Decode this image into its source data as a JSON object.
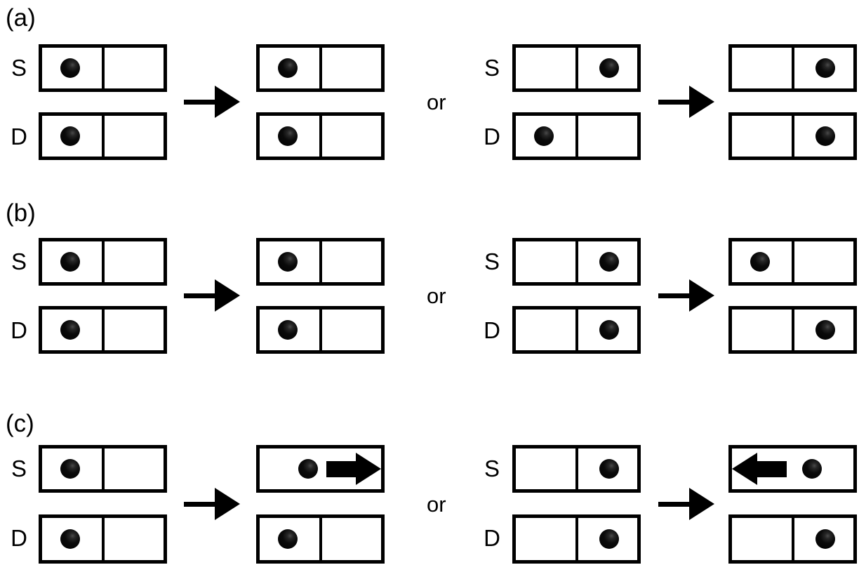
{
  "figure": {
    "background_color": "#ffffff",
    "ink_color": "#000000",
    "panels": [
      {
        "label": "(a)",
        "or_label": "or",
        "alternatives": [
          {
            "before": {
              "rows": [
                {
                  "label": "S",
                  "dot_cell": "left"
                },
                {
                  "label": "D",
                  "dot_cell": "left"
                }
              ]
            },
            "arrow": "right-arrow",
            "after": {
              "rows": [
                {
                  "label": "S",
                  "dot_cell": "left",
                  "divider": true,
                  "block_arrow": "none"
                },
                {
                  "label": "D",
                  "dot_cell": "left",
                  "divider": true,
                  "block_arrow": "none"
                }
              ]
            }
          },
          {
            "before": {
              "rows": [
                {
                  "label": "S",
                  "dot_cell": "right"
                },
                {
                  "label": "D",
                  "dot_cell": "left"
                }
              ]
            },
            "arrow": "right-arrow",
            "after": {
              "rows": [
                {
                  "label": "S",
                  "dot_cell": "right",
                  "divider": true,
                  "block_arrow": "none"
                },
                {
                  "label": "D",
                  "dot_cell": "right",
                  "divider": true,
                  "block_arrow": "none"
                }
              ]
            }
          }
        ]
      },
      {
        "label": "(b)",
        "or_label": "or",
        "alternatives": [
          {
            "before": {
              "rows": [
                {
                  "label": "S",
                  "dot_cell": "left"
                },
                {
                  "label": "D",
                  "dot_cell": "left"
                }
              ]
            },
            "arrow": "right-arrow",
            "after": {
              "rows": [
                {
                  "label": "S",
                  "dot_cell": "left",
                  "divider": true,
                  "block_arrow": "none"
                },
                {
                  "label": "D",
                  "dot_cell": "left",
                  "divider": true,
                  "block_arrow": "none"
                }
              ]
            }
          },
          {
            "before": {
              "rows": [
                {
                  "label": "S",
                  "dot_cell": "right"
                },
                {
                  "label": "D",
                  "dot_cell": "right"
                }
              ]
            },
            "arrow": "right-arrow",
            "after": {
              "rows": [
                {
                  "label": "S",
                  "dot_cell": "left",
                  "divider": true,
                  "block_arrow": "none"
                },
                {
                  "label": "D",
                  "dot_cell": "right",
                  "divider": true,
                  "block_arrow": "none"
                }
              ]
            }
          }
        ]
      },
      {
        "label": "(c)",
        "or_label": "or",
        "alternatives": [
          {
            "before": {
              "rows": [
                {
                  "label": "S",
                  "dot_cell": "left"
                },
                {
                  "label": "D",
                  "dot_cell": "left"
                }
              ]
            },
            "arrow": "right-arrow",
            "after": {
              "rows": [
                {
                  "label": "S",
                  "dot_cell": "center-left",
                  "divider": false,
                  "block_arrow": "right"
                },
                {
                  "label": "D",
                  "dot_cell": "left",
                  "divider": true,
                  "block_arrow": "none"
                }
              ]
            }
          },
          {
            "before": {
              "rows": [
                {
                  "label": "S",
                  "dot_cell": "right"
                },
                {
                  "label": "D",
                  "dot_cell": "right"
                }
              ]
            },
            "arrow": "right-arrow",
            "after": {
              "rows": [
                {
                  "label": "S",
                  "dot_cell": "center-right",
                  "divider": false,
                  "block_arrow": "left"
                },
                {
                  "label": "D",
                  "dot_cell": "right",
                  "divider": true,
                  "block_arrow": "none"
                }
              ]
            }
          }
        ]
      }
    ]
  },
  "labels": {
    "panel_a": "(a)",
    "panel_b": "(b)",
    "panel_c": "(c)",
    "row_s": "S",
    "row_d": "D",
    "or": "or"
  }
}
